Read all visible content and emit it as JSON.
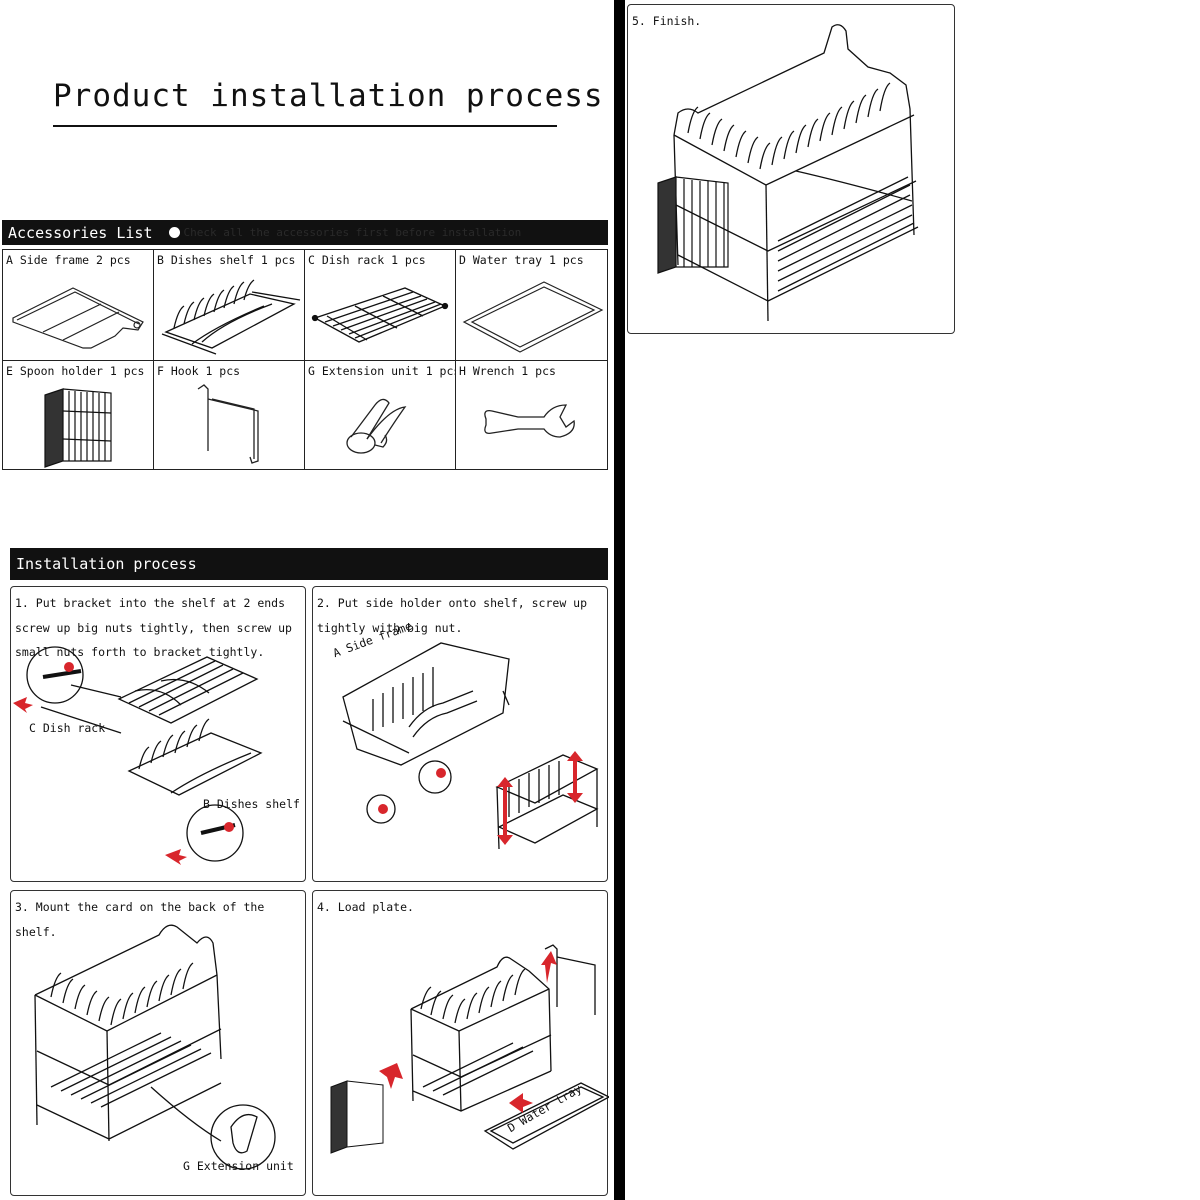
{
  "title": "Product installation process",
  "accessories": {
    "header": "Accessories List",
    "note": "Check all the accessories first before installation",
    "items": [
      {
        "label": "A Side frame  2 pcs",
        "icon": "side-frame-icon"
      },
      {
        "label": "B Dishes shelf  1 pcs",
        "icon": "dishes-shelf-icon"
      },
      {
        "label": "C Dish rack  1 pcs",
        "icon": "dish-rack-icon"
      },
      {
        "label": "D Water tray  1 pcs",
        "icon": "water-tray-icon"
      },
      {
        "label": "E Spoon holder 1 pcs",
        "icon": "spoon-holder-icon"
      },
      {
        "label": "F Hook  1 pcs",
        "icon": "hook-icon"
      },
      {
        "label": "G Extension unit 1 pcs",
        "icon": "extension-unit-icon"
      },
      {
        "label": "H Wrench  1 pcs",
        "icon": "wrench-icon"
      }
    ]
  },
  "installation": {
    "header": "Installation process",
    "steps": [
      {
        "text": "1. Put bracket into the shelf at 2 ends\nscrew up big nuts tightly, then screw up\nsmall nuts forth to bracket tightly.",
        "callouts": [
          "C Dish rack",
          "B Dishes shelf"
        ]
      },
      {
        "text": "2. Put side holder onto shelf, screw up\ntightly with big nut.",
        "callouts": [
          "A Side frame"
        ]
      },
      {
        "text": "3. Mount the card on the back of the\nshelf.",
        "callouts": [
          "G Extension unit"
        ]
      },
      {
        "text": "4. Load plate.",
        "callouts": [
          "D Water tray"
        ]
      },
      {
        "text": "5. Finish.",
        "callouts": []
      }
    ]
  },
  "colors": {
    "accent_arrow": "#d8262c",
    "bar": "#111111"
  }
}
